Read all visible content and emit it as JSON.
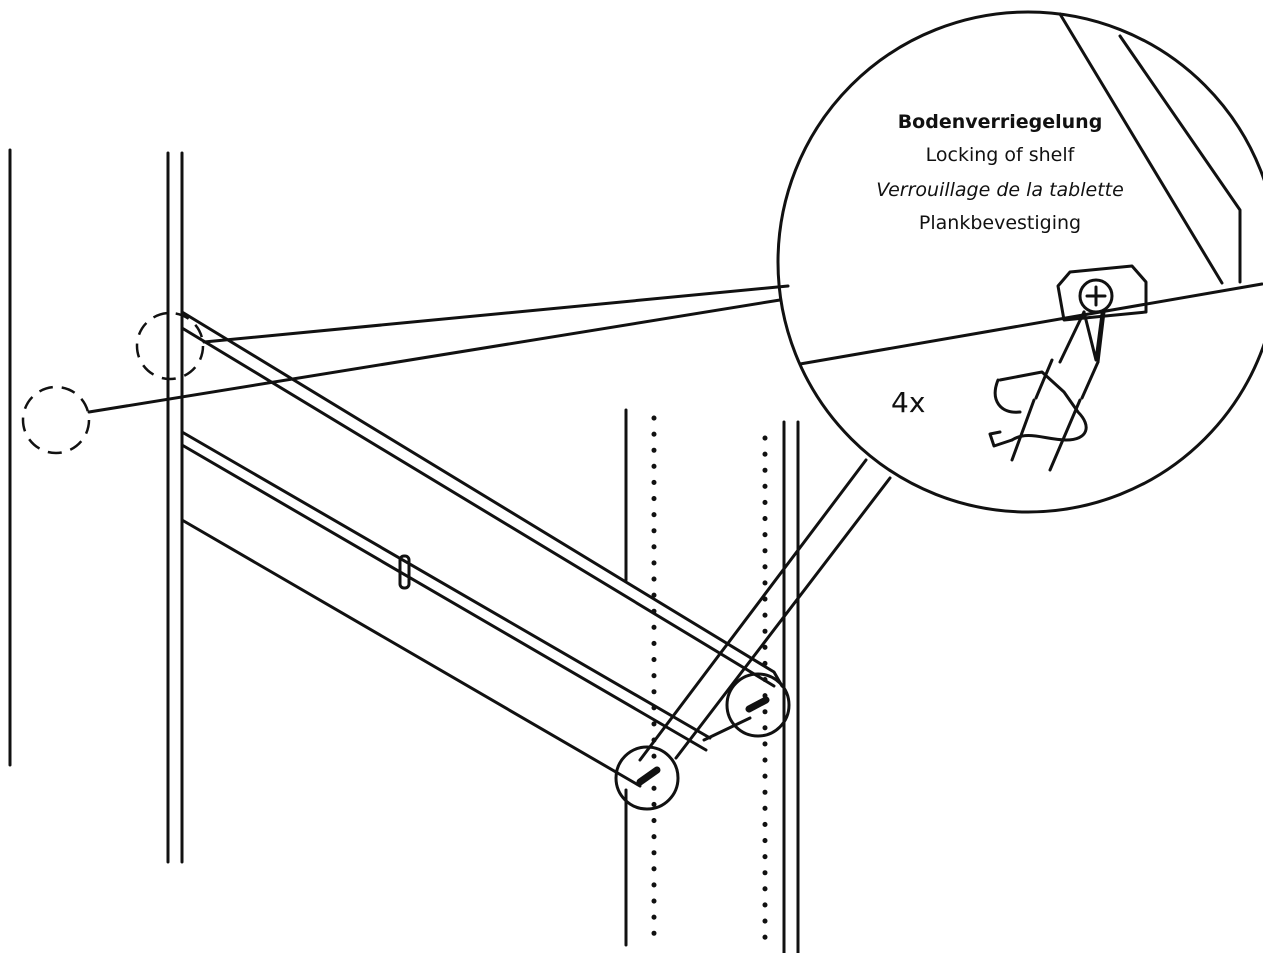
{
  "callout": {
    "title_de": "Bodenverriegelung",
    "title_en": "Locking of shelf",
    "title_fr": "Verrouillage de la tablette",
    "title_nl": "Plankbevestiging"
  },
  "quantity": "4x",
  "colors": {
    "ink": "#111111",
    "background": "#ffffff"
  }
}
